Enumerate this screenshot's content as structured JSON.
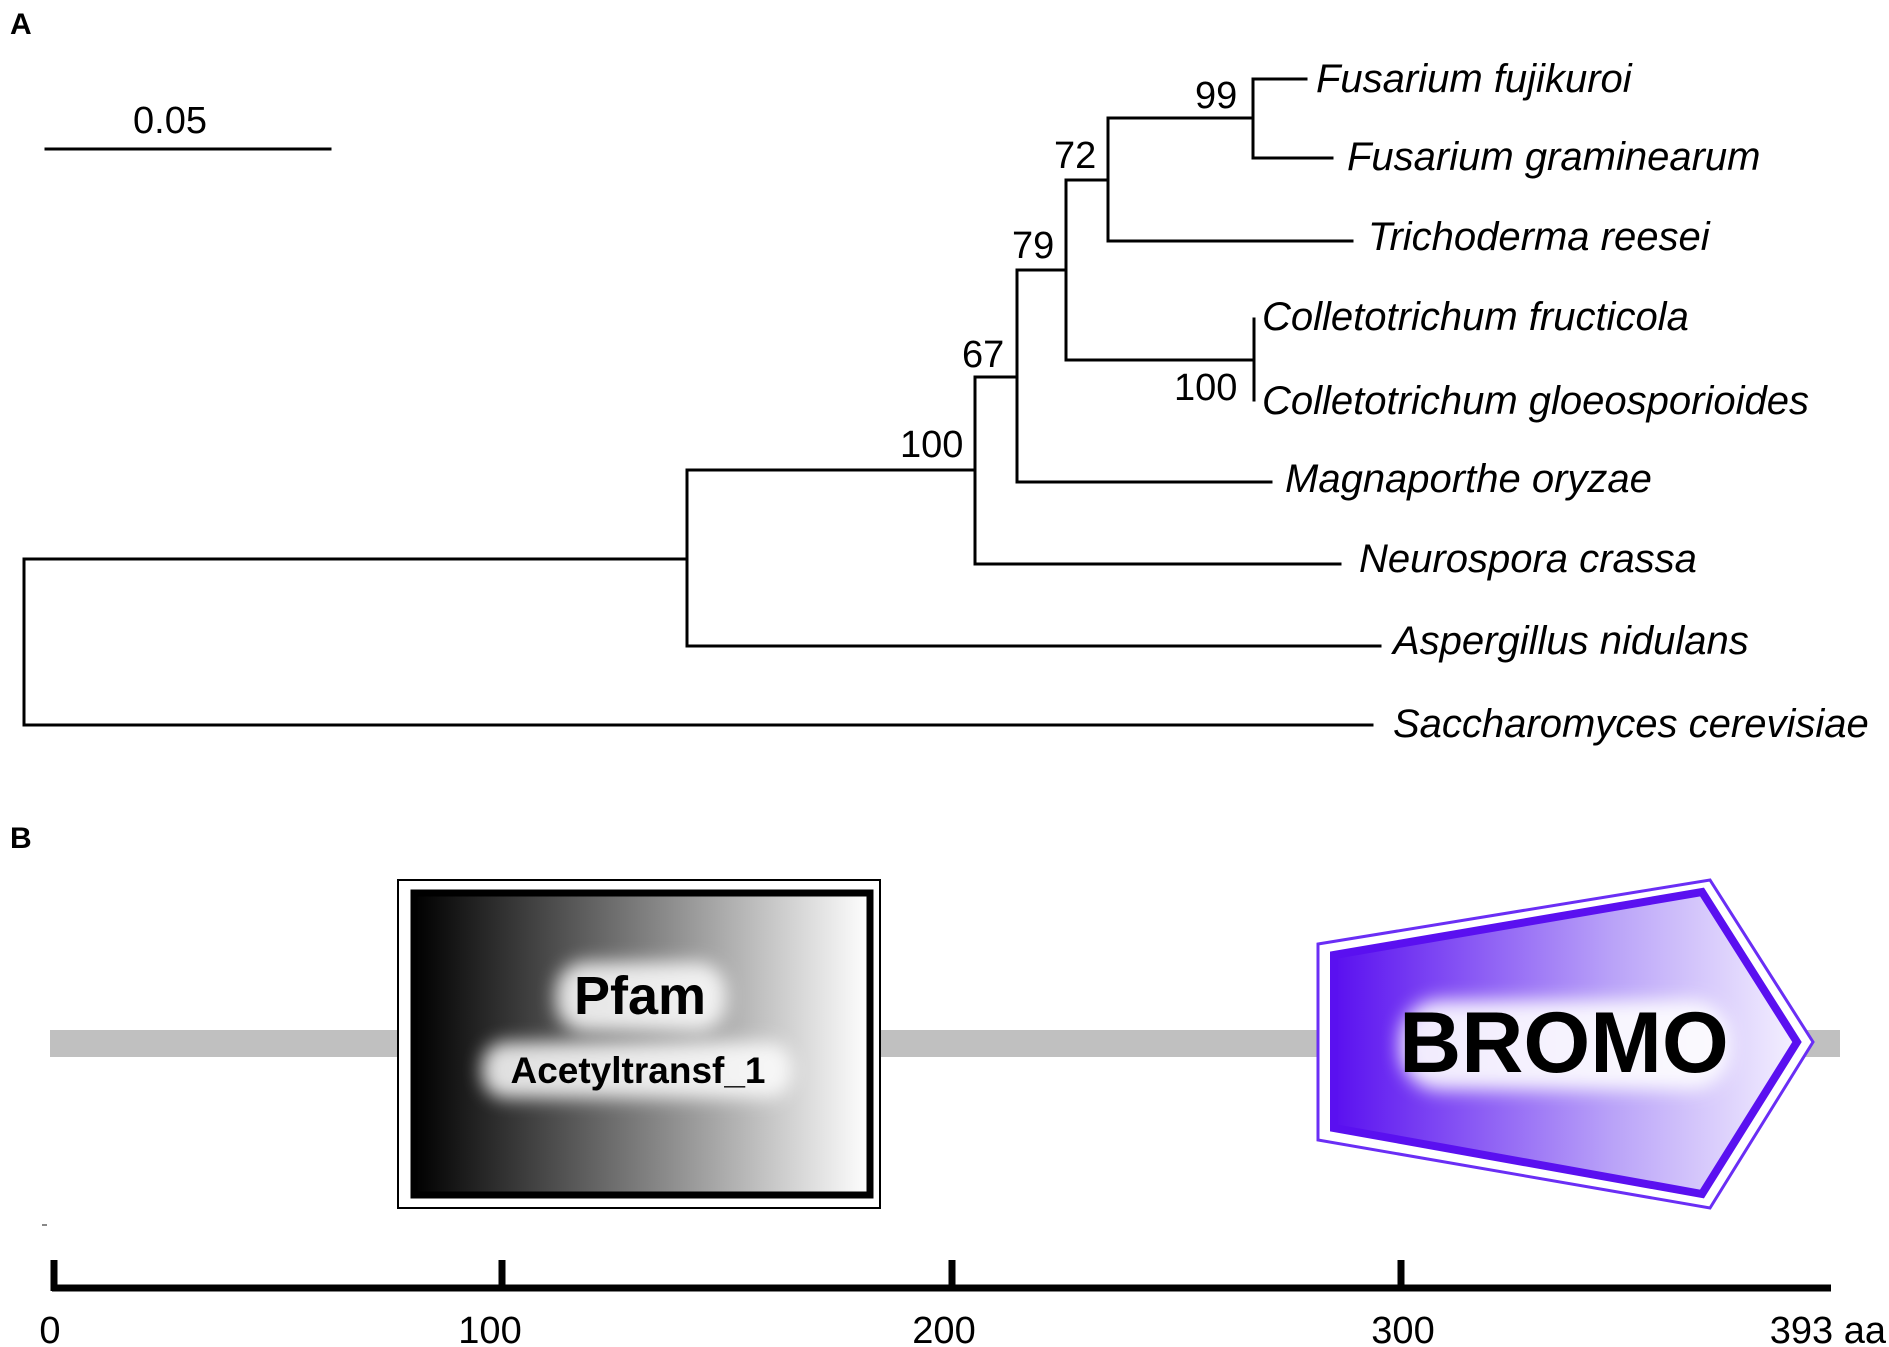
{
  "panel_a": {
    "label": "A",
    "scale_bar_label": "0.05",
    "bootstrap": {
      "n_fus": "99",
      "n_tri": "72",
      "n_col": "100",
      "n_79": "79",
      "n_67": "67",
      "n_100": "100"
    },
    "taxa": {
      "fujikuroi": "Fusarium fujikuroi",
      "graminearum": "Fusarium graminearum",
      "reesei": "Trichoderma reesei",
      "fructicola": "Colletotrichum fructicola",
      "gloeosporioides": "Colletotrichum gloeosporioides",
      "oryzae": "Magnaporthe oryzae",
      "crassa": "Neurospora crassa",
      "nidulans": "Aspergillus nidulans",
      "cerevisiae": "Saccharomyces cerevisiae"
    }
  },
  "panel_b": {
    "label": "B",
    "pfam_title": "Pfam",
    "pfam_name": "Acetyltransf_1",
    "bromo_label": "BROMO",
    "ticks": [
      "0",
      "100",
      "200",
      "300",
      "393 aa"
    ],
    "colors": {
      "backbone": "#c0c0c0",
      "bromo_dark": "#5a10f0",
      "bromo_light": "#f2eeff"
    }
  }
}
